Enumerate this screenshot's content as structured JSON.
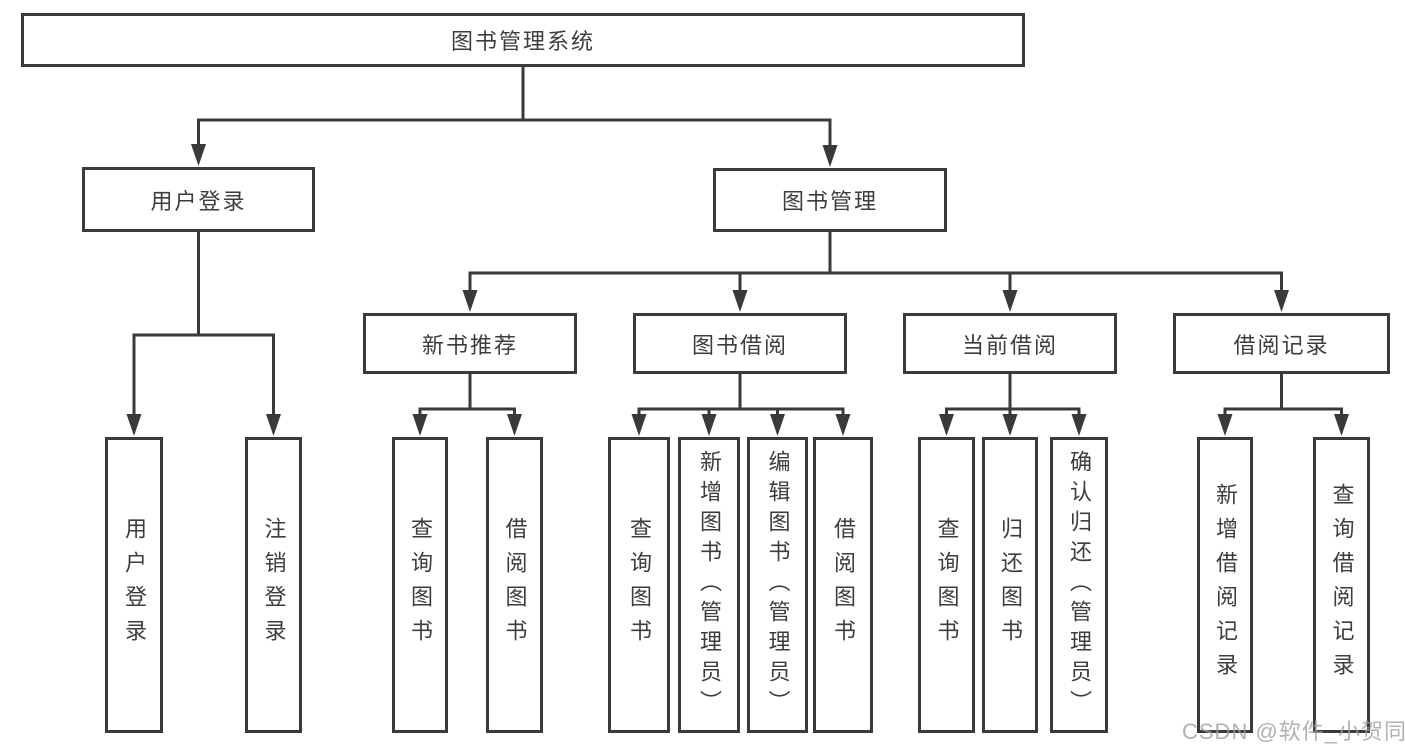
{
  "diagram": {
    "title": "图书管理系统",
    "watermark": "CSDN @软件_小贺同学",
    "colors": {
      "line": "#3a3a3a",
      "box_border": "#3a3a3a",
      "box_fill": "#ffffff",
      "text": "#3d3d3d",
      "watermark": "#9e9e9e"
    },
    "nodes": [
      {
        "id": "root",
        "label": "图书管理系统",
        "parent": null
      },
      {
        "id": "user-login",
        "label": "用户登录",
        "parent": "root"
      },
      {
        "id": "book-mgmt",
        "label": "图书管理",
        "parent": "root"
      },
      {
        "id": "new-book-recommend",
        "label": "新书推荐",
        "parent": "book-mgmt"
      },
      {
        "id": "book-borrow",
        "label": "图书借阅",
        "parent": "book-mgmt"
      },
      {
        "id": "current-borrow",
        "label": "当前借阅",
        "parent": "book-mgmt"
      },
      {
        "id": "borrow-record",
        "label": "借阅记录",
        "parent": "book-mgmt"
      },
      {
        "id": "ul-user-login",
        "label": "用户登录",
        "parent": "user-login"
      },
      {
        "id": "ul-logout",
        "label": "注销登录",
        "parent": "user-login"
      },
      {
        "id": "nb-query-book",
        "label": "查询图书",
        "parent": "new-book-recommend"
      },
      {
        "id": "nb-borrow-book",
        "label": "借阅图书",
        "parent": "new-book-recommend"
      },
      {
        "id": "bb-query-book",
        "label": "查询图书",
        "parent": "book-borrow"
      },
      {
        "id": "bb-add-book",
        "label": "新增图书（管理员）",
        "parent": "book-borrow"
      },
      {
        "id": "bb-edit-book",
        "label": "编辑图书（管理员）",
        "parent": "book-borrow"
      },
      {
        "id": "bb-borrow-book",
        "label": "借阅图书",
        "parent": "book-borrow"
      },
      {
        "id": "cb-query-book",
        "label": "查询图书",
        "parent": "current-borrow"
      },
      {
        "id": "cb-return-book",
        "label": "归还图书",
        "parent": "current-borrow"
      },
      {
        "id": "cb-confirm-return",
        "label": "确认归还（管理员）",
        "parent": "current-borrow"
      },
      {
        "id": "br-add-record",
        "label": "新增借阅记录",
        "parent": "borrow-record"
      },
      {
        "id": "br-query-record",
        "label": "查询借阅记录",
        "parent": "borrow-record"
      }
    ]
  }
}
